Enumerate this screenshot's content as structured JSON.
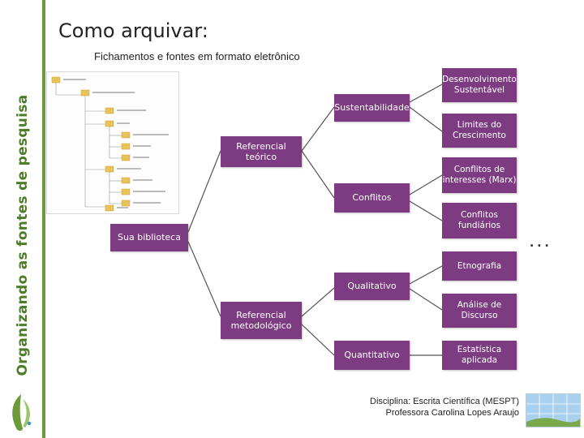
{
  "side_title": "Organizando as fontes de pesquisa",
  "title": "Como arquivar:",
  "subtitle": "Fichamentos e fontes em formato eletrônico",
  "colors": {
    "node": "#7d3c82",
    "sidebar": "#6b9a3a",
    "link": "#555555"
  },
  "nodes": {
    "sua_biblioteca": "Sua biblioteca",
    "referencial_teorico": "Referencial teórico",
    "sustentabilidade": "Sustentabilidade",
    "desenvolvimento": "Desenvolvimento Sustentável",
    "limites": "Limites do Crescimento",
    "conflitos": "Conflitos",
    "conflitos_interesses": "Conflitos de interesses (Marx)",
    "conflitos_fundiarios": "Conflitos fundiários",
    "referencial_metodologico": "Referencial metodológico",
    "qualitativo": "Qualitativo",
    "etnografia": "Etnografia",
    "analise_discurso": "Análise de Discurso",
    "quantitativo": "Quantitativo",
    "estatistica": "Estatística aplicada"
  },
  "ellipsis": "...",
  "footer": {
    "line1": "Disciplina: Escrita Científica (MESPT)",
    "line2": "Professora Carolina Lopes Araujo"
  }
}
